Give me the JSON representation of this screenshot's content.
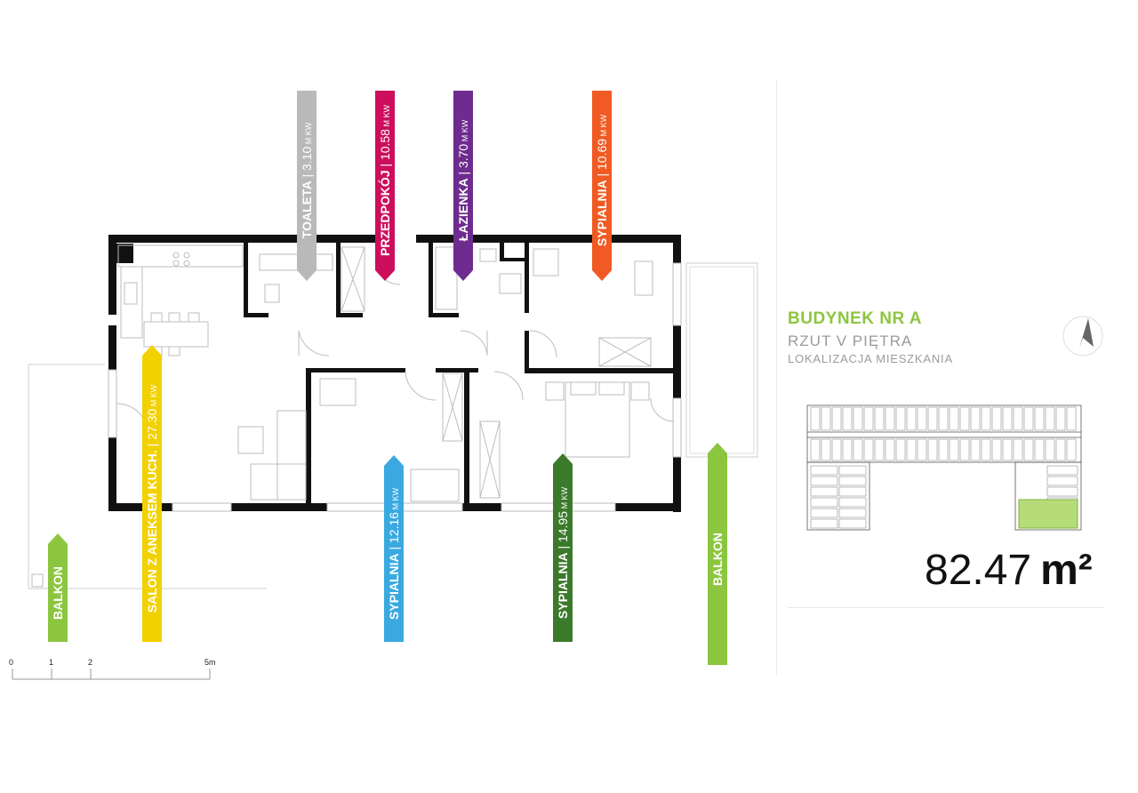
{
  "building": {
    "title": "BUDYNEK NR A",
    "subtitle": "RZUT V PIĘTRA",
    "location_label": "LOKALIZACJA MIESZKANIA"
  },
  "apartment": {
    "area_value": "82.47",
    "area_unit": "m²"
  },
  "rooms_top": [
    {
      "name": "TOALETA",
      "area": "3.10",
      "color": "#b9b9b9"
    },
    {
      "name": "PRZEDPOKÓJ",
      "area": "10.58",
      "color": "#cc0e5c"
    },
    {
      "name": "ŁAZIENKA",
      "area": "3.70",
      "color": "#6d2c8e"
    },
    {
      "name": "SYPIALNIA",
      "area": "10.69",
      "color": "#f15a22"
    }
  ],
  "rooms_bottom": [
    {
      "name": "BALKON",
      "area": "",
      "color": "#8cc63f"
    },
    {
      "name": "SALON Z ANEKSEM KUCH.",
      "area": "27.30",
      "color": "#f2d100"
    },
    {
      "name": "SYPIALNIA",
      "area": "12.16",
      "color": "#39a9e0"
    },
    {
      "name": "SYPIALNIA",
      "area": "14.95",
      "color": "#3b7a2b"
    },
    {
      "name": "BALKON",
      "area": "",
      "color": "#8cc63f"
    }
  ],
  "unit_suffix": "M KW",
  "scale": {
    "labels": [
      "0",
      "1",
      "2",
      "5m"
    ]
  },
  "colors": {
    "accent": "#8cc63f",
    "wall": "#111111"
  }
}
